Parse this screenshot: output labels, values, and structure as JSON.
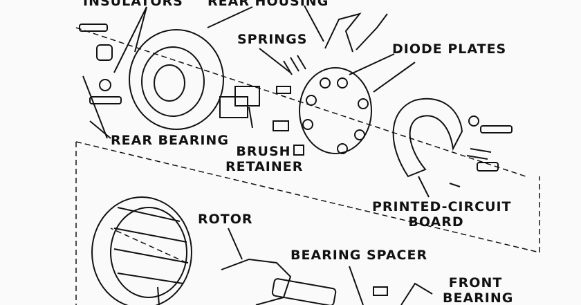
{
  "labels": {
    "insulators": "INSULATORS",
    "rear_housing": "REAR HOUSING",
    "springs": "SPRINGS",
    "diode_plates": "DIODE PLATES",
    "rear_bearing": "REAR BEARING",
    "brush_line1": "BRUSH",
    "brush_line2": "RETAINER",
    "pcb_line1": "PRINTED-CIRCUIT",
    "pcb_line2": "BOARD",
    "rotor": "ROTOR",
    "bearing_spacer": "BEARING SPACER",
    "front_bearing_line1": "FRONT",
    "front_bearing_line2": "BEARING"
  },
  "colors": {
    "ink": "#111111",
    "paper": "#fafafa"
  }
}
